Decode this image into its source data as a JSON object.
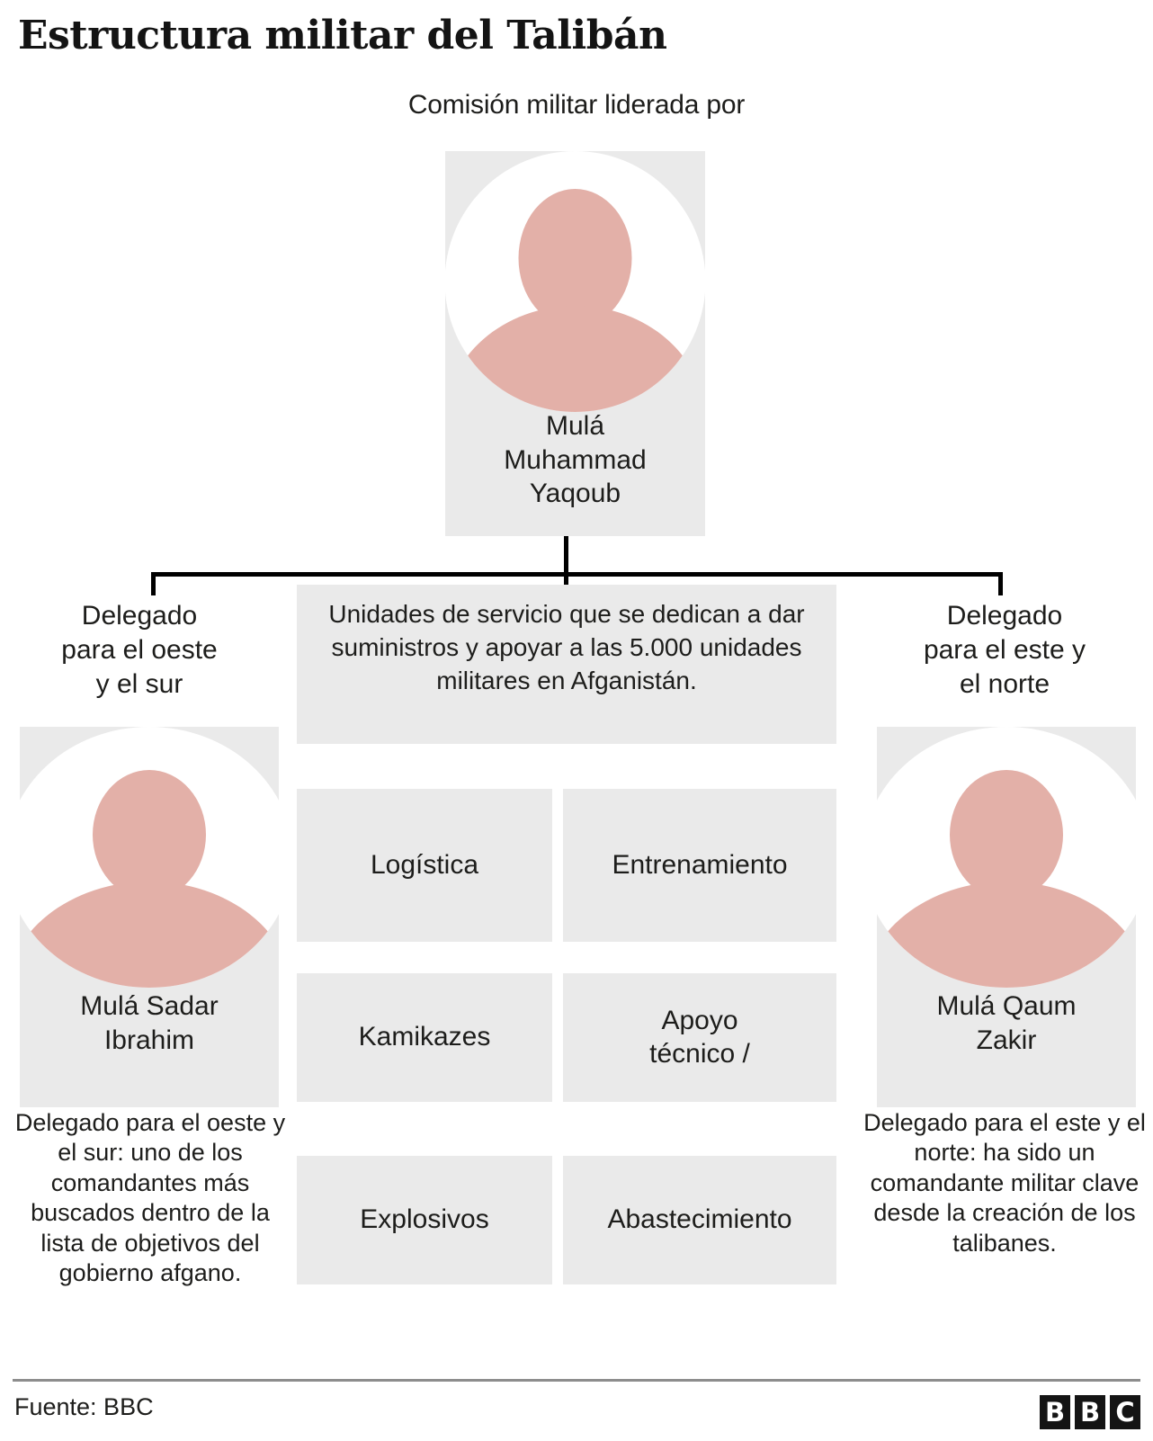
{
  "header": {
    "title": "Estructura militar del Talibán",
    "subtitle": "Comisión militar liderada por"
  },
  "leader": {
    "name": "Mulá\nMuhammad\nYaqoub",
    "avatar_icon": "person-avatar-icon"
  },
  "branches": {
    "left": {
      "heading": "Delegado\npara el oeste\ny el sur",
      "name": "Mulá Sadar\nIbrahim",
      "caption": "Delegado para el oeste y el sur: uno de los comandantes más buscados dentro de la lista de objetivos del gobierno afgano.",
      "avatar_icon": "person-avatar-icon"
    },
    "right": {
      "heading": "Delegado\npara el este y\nel norte",
      "name": "Mulá Qaum\nZakir",
      "caption": "Delegado para el este y el norte: ha sido un comandante militar clave desde la creación de los talibanes.",
      "avatar_icon": "person-avatar-icon"
    }
  },
  "center": {
    "description": "Unidades de servicio que se dedican a dar suministros y apoyar a las 5.000 unidades militares en Afganistán.",
    "units": [
      {
        "label": "Logística"
      },
      {
        "label": "Entrenamiento"
      },
      {
        "label": "Kamikazes"
      },
      {
        "label": "Apoyo\ntécnico /"
      },
      {
        "label": "Explosivos"
      },
      {
        "label": "Abastecimiento"
      }
    ]
  },
  "footer": {
    "source": "Fuente: BBC",
    "logo_letters": [
      "B",
      "B",
      "C"
    ]
  },
  "colors": {
    "panel_grey": "#eaeaea",
    "avatar_pink": "#e3b0a8",
    "avatar_circle": "#ffffff",
    "text": "#1d1d1b",
    "line": "#000000",
    "rule": "#8d8d8d"
  }
}
